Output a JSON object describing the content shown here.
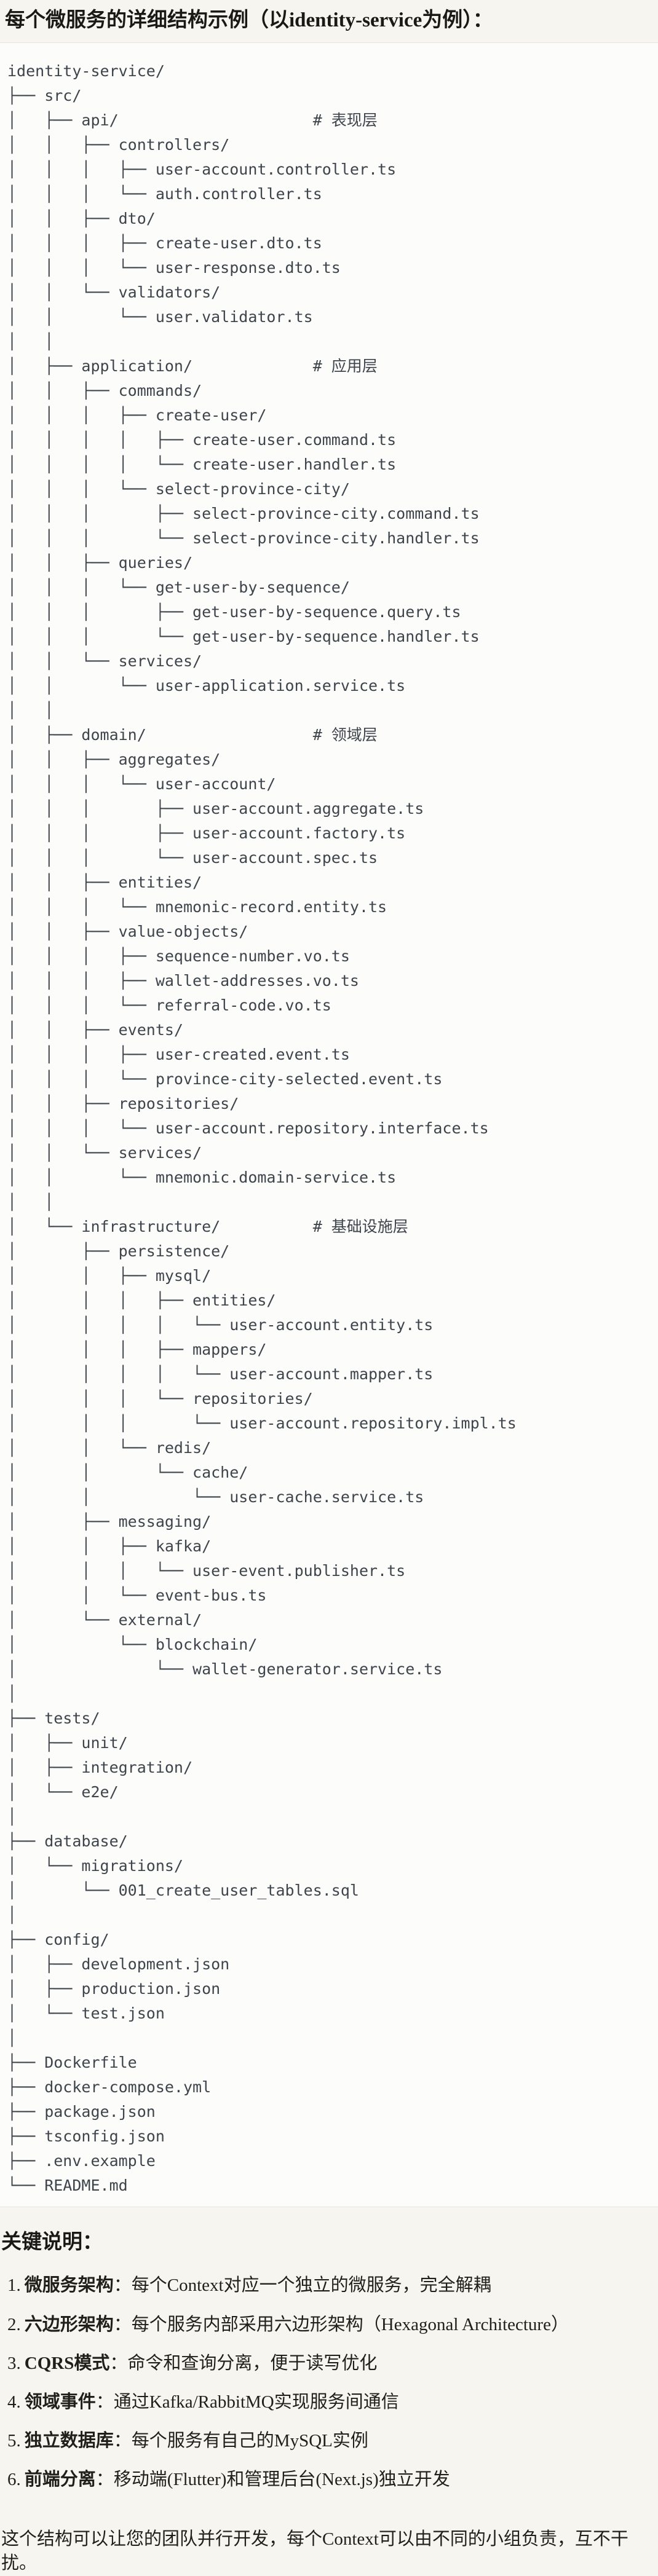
{
  "colors": {
    "page_bg": "#f6f5f0",
    "code_bg": "#fcfcfa",
    "border": "#e7e5de",
    "title_text": "#1a1915",
    "tree_text": "#3e444c"
  },
  "header": {
    "title": "每个微服务的详细结构示例（以identity-service为例）："
  },
  "tree": {
    "lines": [
      "identity-service/",
      "├── src/",
      "│   ├── api/                     # 表现层",
      "│   │   ├── controllers/",
      "│   │   │   ├── user-account.controller.ts",
      "│   │   │   └── auth.controller.ts",
      "│   │   ├── dto/",
      "│   │   │   ├── create-user.dto.ts",
      "│   │   │   └── user-response.dto.ts",
      "│   │   └── validators/",
      "│   │       └── user.validator.ts",
      "│   │",
      "│   ├── application/             # 应用层",
      "│   │   ├── commands/",
      "│   │   │   ├── create-user/",
      "│   │   │   │   ├── create-user.command.ts",
      "│   │   │   │   └── create-user.handler.ts",
      "│   │   │   └── select-province-city/",
      "│   │   │       ├── select-province-city.command.ts",
      "│   │   │       └── select-province-city.handler.ts",
      "│   │   ├── queries/",
      "│   │   │   └── get-user-by-sequence/",
      "│   │   │       ├── get-user-by-sequence.query.ts",
      "│   │   │       └── get-user-by-sequence.handler.ts",
      "│   │   └── services/",
      "│   │       └── user-application.service.ts",
      "│   │",
      "│   ├── domain/                  # 领域层",
      "│   │   ├── aggregates/",
      "│   │   │   └── user-account/",
      "│   │   │       ├── user-account.aggregate.ts",
      "│   │   │       ├── user-account.factory.ts",
      "│   │   │       └── user-account.spec.ts",
      "│   │   ├── entities/",
      "│   │   │   └── mnemonic-record.entity.ts",
      "│   │   ├── value-objects/",
      "│   │   │   ├── sequence-number.vo.ts",
      "│   │   │   ├── wallet-addresses.vo.ts",
      "│   │   │   └── referral-code.vo.ts",
      "│   │   ├── events/",
      "│   │   │   ├── user-created.event.ts",
      "│   │   │   └── province-city-selected.event.ts",
      "│   │   ├── repositories/",
      "│   │   │   └── user-account.repository.interface.ts",
      "│   │   └── services/",
      "│   │       └── mnemonic.domain-service.ts",
      "│   │",
      "│   └── infrastructure/          # 基础设施层",
      "│       ├── persistence/",
      "│       │   ├── mysql/",
      "│       │   │   ├── entities/",
      "│       │   │   │   └── user-account.entity.ts",
      "│       │   │   ├── mappers/",
      "│       │   │   │   └── user-account.mapper.ts",
      "│       │   │   └── repositories/",
      "│       │   │       └── user-account.repository.impl.ts",
      "│       │   └── redis/",
      "│       │       └── cache/",
      "│       │           └── user-cache.service.ts",
      "│       ├── messaging/",
      "│       │   ├── kafka/",
      "│       │   │   └── user-event.publisher.ts",
      "│       │   └── event-bus.ts",
      "│       └── external/",
      "│           └── blockchain/",
      "│               └── wallet-generator.service.ts",
      "│",
      "├── tests/",
      "│   ├── unit/",
      "│   ├── integration/",
      "│   └── e2e/",
      "│",
      "├── database/",
      "│   └── migrations/",
      "│       └── 001_create_user_tables.sql",
      "│",
      "├── config/",
      "│   ├── development.json",
      "│   ├── production.json",
      "│   └── test.json",
      "│",
      "├── Dockerfile",
      "├── docker-compose.yml",
      "├── package.json",
      "├── tsconfig.json",
      "├── .env.example",
      "└── README.md"
    ]
  },
  "notes": {
    "heading": "关键说明：",
    "items": [
      {
        "num": "1.",
        "label": "微服务架构",
        "sep": "：",
        "text": "每个Context对应一个独立的微服务，完全解耦"
      },
      {
        "num": "2.",
        "label": "六边形架构",
        "sep": "：",
        "text": "每个服务内部采用六边形架构（Hexagonal Architecture）"
      },
      {
        "num": "3.",
        "label": "CQRS模式",
        "sep": "：",
        "text": "命令和查询分离，便于读写优化"
      },
      {
        "num": "4.",
        "label": "领域事件",
        "sep": "：",
        "text": "通过Kafka/RabbitMQ实现服务间通信"
      },
      {
        "num": "5.",
        "label": "独立数据库",
        "sep": "：",
        "text": "每个服务有自己的MySQL实例"
      },
      {
        "num": "6.",
        "label": "前端分离",
        "sep": "：",
        "text": "移动端(Flutter)和管理后台(Next.js)独立开发"
      }
    ],
    "footer": "这个结构可以让您的团队并行开发，每个Context可以由不同的小组负责，互不干扰。"
  }
}
